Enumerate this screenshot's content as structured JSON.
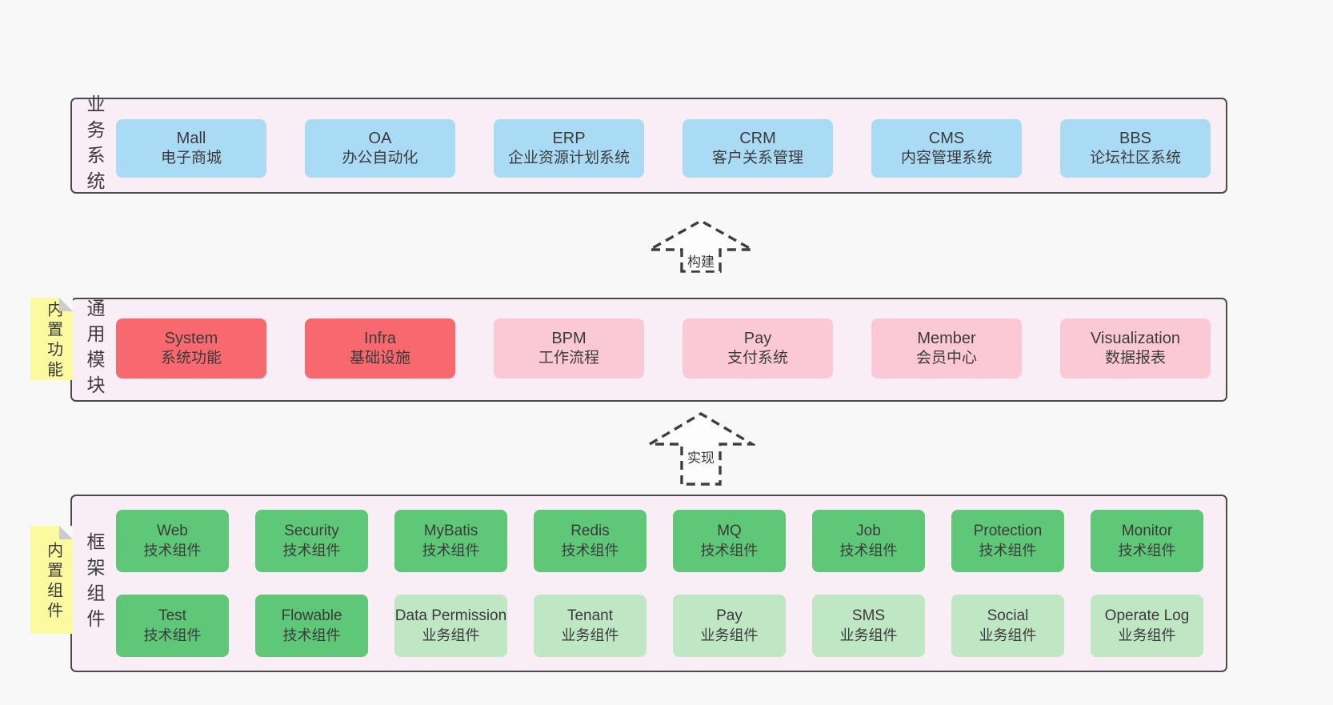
{
  "colors": {
    "page_bg": "#f8f8f8",
    "panel_bg": "#f9edf6",
    "panel_border": "#4a4a4a",
    "blue": "#a9dbf5",
    "red": "#f7696e",
    "pink": "#fac9d5",
    "green_dark": "#5fc878",
    "green_light": "#bfe7c4",
    "sticky": "#fbfa9e",
    "sticky_fold": "#cccccc",
    "text": "#3b3b3b"
  },
  "arrows": [
    {
      "label": "构建"
    },
    {
      "label": "实现"
    }
  ],
  "sections": [
    {
      "label": "业务系统",
      "sticky": null,
      "rows": [
        {
          "boxes": [
            {
              "title": "Mall",
              "subtitle": "电子商城",
              "variant": "blue"
            },
            {
              "title": "OA",
              "subtitle": "办公自动化",
              "variant": "blue"
            },
            {
              "title": "ERP",
              "subtitle": "企业资源计划系统",
              "variant": "blue"
            },
            {
              "title": "CRM",
              "subtitle": "客户关系管理",
              "variant": "blue"
            },
            {
              "title": "CMS",
              "subtitle": "内容管理系统",
              "variant": "blue"
            },
            {
              "title": "BBS",
              "subtitle": "论坛社区系统",
              "variant": "blue"
            }
          ]
        }
      ]
    },
    {
      "label": "通用模块",
      "sticky": "内置功能",
      "rows": [
        {
          "boxes": [
            {
              "title": "System",
              "subtitle": "系统功能",
              "variant": "red"
            },
            {
              "title": "Infra",
              "subtitle": "基础设施",
              "variant": "red"
            },
            {
              "title": "BPM",
              "subtitle": "工作流程",
              "variant": "pink"
            },
            {
              "title": "Pay",
              "subtitle": "支付系统",
              "variant": "pink"
            },
            {
              "title": "Member",
              "subtitle": "会员中心",
              "variant": "pink"
            },
            {
              "title": "Visualization",
              "subtitle": "数据报表",
              "variant": "pink"
            }
          ]
        }
      ]
    },
    {
      "label": "框架组件",
      "sticky": "内置组件",
      "rows": [
        {
          "boxes": [
            {
              "title": "Web",
              "subtitle": "技术组件",
              "variant": "green_dark"
            },
            {
              "title": "Security",
              "subtitle": "技术组件",
              "variant": "green_dark"
            },
            {
              "title": "MyBatis",
              "subtitle": "技术组件",
              "variant": "green_dark"
            },
            {
              "title": "Redis",
              "subtitle": "技术组件",
              "variant": "green_dark"
            },
            {
              "title": "MQ",
              "subtitle": "技术组件",
              "variant": "green_dark"
            },
            {
              "title": "Job",
              "subtitle": "技术组件",
              "variant": "green_dark"
            },
            {
              "title": "Protection",
              "subtitle": "技术组件",
              "variant": "green_dark"
            },
            {
              "title": "Monitor",
              "subtitle": "技术组件",
              "variant": "green_dark"
            }
          ]
        },
        {
          "boxes": [
            {
              "title": "Test",
              "subtitle": "技术组件",
              "variant": "green_dark"
            },
            {
              "title": "Flowable",
              "subtitle": "技术组件",
              "variant": "green_dark"
            },
            {
              "title": "Data Permission",
              "subtitle": "业务组件",
              "variant": "green_light"
            },
            {
              "title": "Tenant",
              "subtitle": "业务组件",
              "variant": "green_light"
            },
            {
              "title": "Pay",
              "subtitle": "业务组件",
              "variant": "green_light"
            },
            {
              "title": "SMS",
              "subtitle": "业务组件",
              "variant": "green_light"
            },
            {
              "title": "Social",
              "subtitle": "业务组件",
              "variant": "green_light"
            },
            {
              "title": "Operate Log",
              "subtitle": "业务组件",
              "variant": "green_light"
            }
          ]
        }
      ]
    }
  ]
}
